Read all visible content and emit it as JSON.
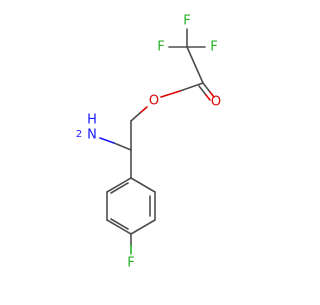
{
  "molecule": {
    "atoms": {
      "fluorine_1": "F",
      "fluorine_2": "F",
      "fluorine_3": "F",
      "ester_oxygen": "O",
      "carbonyl_oxygen": "O",
      "amine_nitrogen": "N",
      "amine_hydrogens": "H",
      "hydrogen_count": "2",
      "aryl_fluorine": "F"
    },
    "colors": {
      "bond": "#4d4d4d",
      "oxygen": "#e00000",
      "nitrogen": "#1a1aff",
      "fluorine": "#27b227"
    }
  }
}
